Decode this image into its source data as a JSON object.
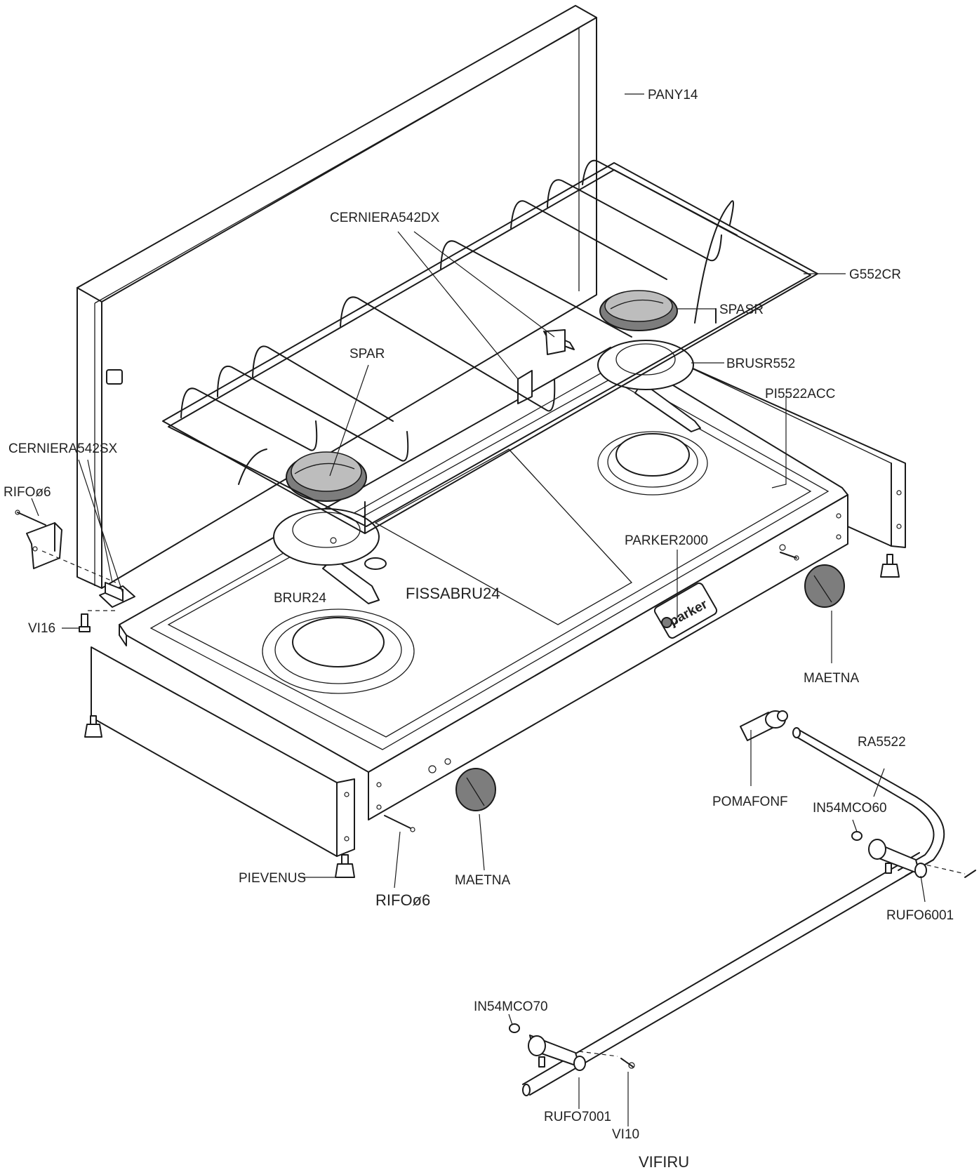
{
  "labels": {
    "pany14": "PANY14",
    "cerniera542dx": "CERNIERA542DX",
    "g552cr": "G552CR",
    "spasr": "SPASR",
    "spar": "SPAR",
    "brusr552": "BRUSR552",
    "pi5522acc": "PI5522ACC",
    "cerniera542sx": "CERNIERA542SX",
    "rifo6_top": "RIFOø6",
    "parker2000": "PARKER2000",
    "brur24": "BRUR24",
    "fissabru24": "FISSABRU24",
    "vi16": "VI16",
    "maetna_right": "MAETNA",
    "ra5522": "RA5522",
    "pomafonf": "POMAFONF",
    "in54mco60": "IN54MCO60",
    "maetna_front": "MAETNA",
    "pievenus": "PIEVENUS",
    "rifo6_bottom": "RIFOø6",
    "rufo6001": "RUFO6001",
    "in54mco70": "IN54MCO70",
    "rufo7001": "RUFO7001",
    "vi10": "VI10",
    "vifiru": "VIFIRU"
  },
  "logo": {
    "text": "parker"
  }
}
